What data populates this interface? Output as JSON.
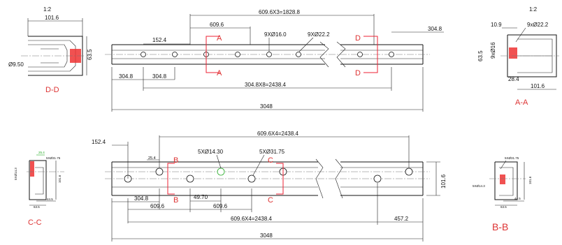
{
  "scale": "1:2",
  "views": {
    "dd": {
      "label": "D-D",
      "scale": "1:2",
      "width": "101.6",
      "height": "63.5",
      "bore": "Ø9.50"
    },
    "aa": {
      "label": "A-A",
      "scale": "1:2",
      "offset": "10.9",
      "counterbore": "9xØ22.2",
      "height": "63.5",
      "hole": "9xØ16",
      "depth": "28.4",
      "width": "101.6"
    },
    "top": {
      "total_spacing": "609.6X3=1828.8",
      "pitch": "609.6",
      "hole_small": "9XØ16.0",
      "hole_large": "9XØ22.2",
      "end_offset_top": "152.4",
      "end_offset_right": "304.8",
      "start_a": "304.8",
      "start_b": "304.8",
      "mid_span": "304.8X8=2438.4",
      "length": "3048",
      "section_a": "A",
      "section_d": "D"
    },
    "bottom": {
      "total_spacing": "609.6X4=2438.4",
      "end_offset": "152.4",
      "small_offset": "25.4",
      "hole_small": "5XØ14.30",
      "hole_large": "5XØ31.75",
      "width": "101.6",
      "start": "304.8",
      "pitch_a": "609.6",
      "pitch_b": "609.6",
      "gap": "49.70",
      "lower_spacing": "609.6X4=2438.4",
      "end_right": "457.2",
      "length": "3048",
      "section_b": "B",
      "section_c": "C"
    },
    "cc": {
      "label": "C-C",
      "top_dim": "25.4",
      "counterbore": "5XØ31.75",
      "hole": "5XØ14.3",
      "height": "101.6",
      "width_a": "63.5",
      "width_b": "44.5"
    },
    "bb": {
      "label": "B-B",
      "counterbore": "5XØ31.75",
      "hole": "5XØ14.3",
      "height": "101.6",
      "width_a": "63.5",
      "width_b": "44.5"
    }
  }
}
